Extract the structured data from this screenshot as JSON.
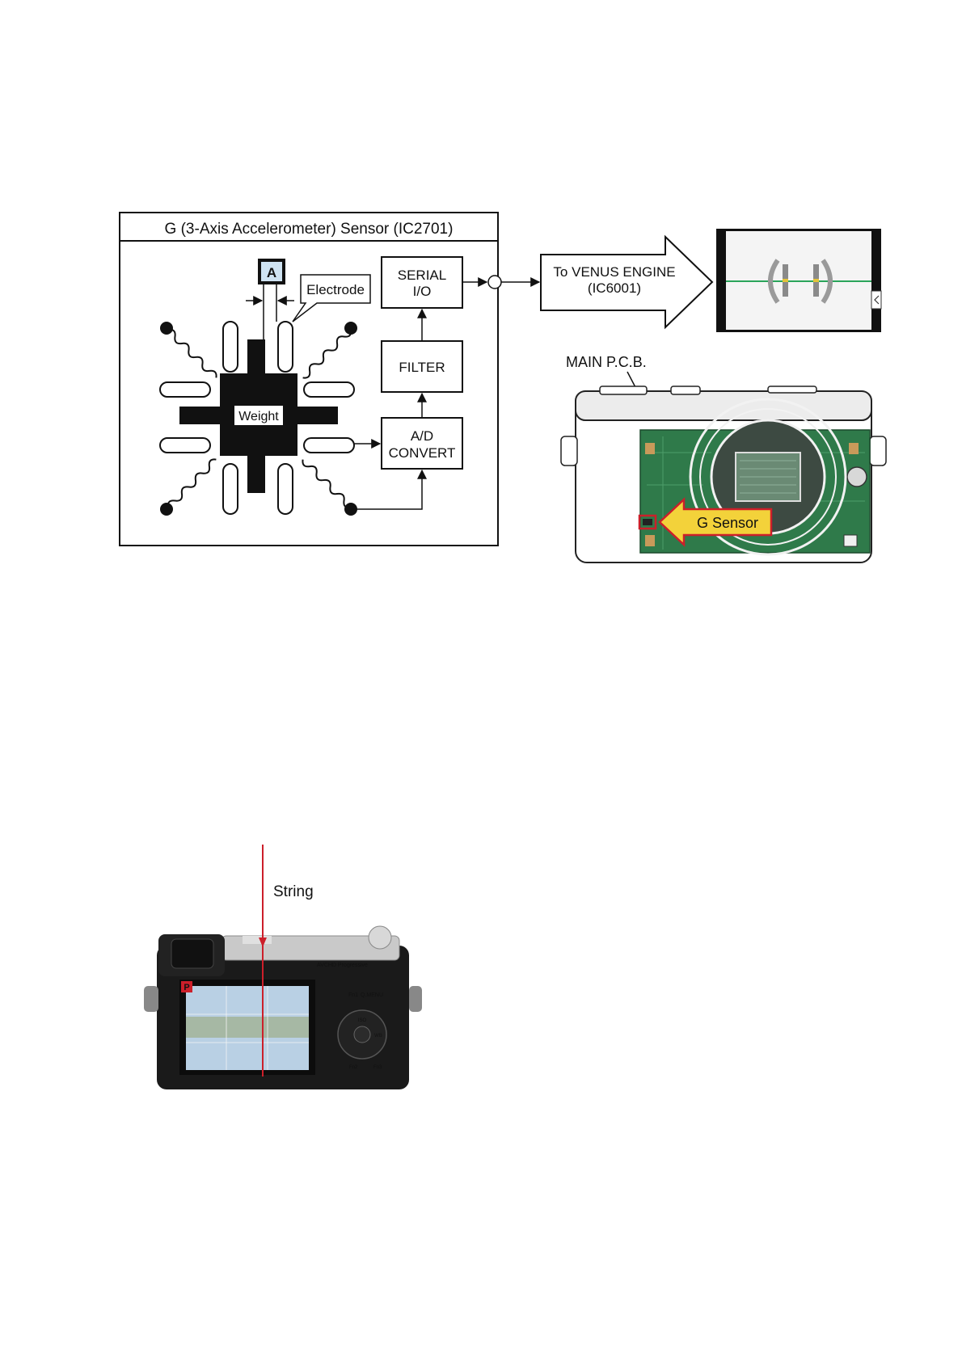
{
  "diagram": {
    "sensor_box": {
      "title": "G (3-Axis Accelerometer) Sensor (IC2701)",
      "marker_a": "A",
      "electrode_label": "Electrode",
      "weight_label": "Weight",
      "serial_io_line1": "SERIAL",
      "serial_io_line2": "I/O",
      "filter_label": "FILTER",
      "ad_line1": "A/D",
      "ad_line2": "CONVERT"
    },
    "venus_arrow": {
      "line1": "To VENUS ENGINE",
      "line2": "(IC6001)"
    },
    "main_pcb_label": "MAIN P.C.B.",
    "g_sensor_label": "G Sensor",
    "string_label": "String",
    "camera_back": {
      "mode_badge": "P",
      "fn1": "Fn1",
      "q_menu": "Q.MENU",
      "iso": "ISO",
      "wb": "WB",
      "fn2": "Fn2",
      "fn3": "Fn3",
      "avchd": "AVCHD Progressive"
    },
    "colors": {
      "accent_red": "#cc1f2a",
      "pcb_green": "#2f7a4a",
      "arrow_yellow": "#f3d23a",
      "marker_fill": "#cfe3f2",
      "level_green": "#2aa45a"
    }
  }
}
